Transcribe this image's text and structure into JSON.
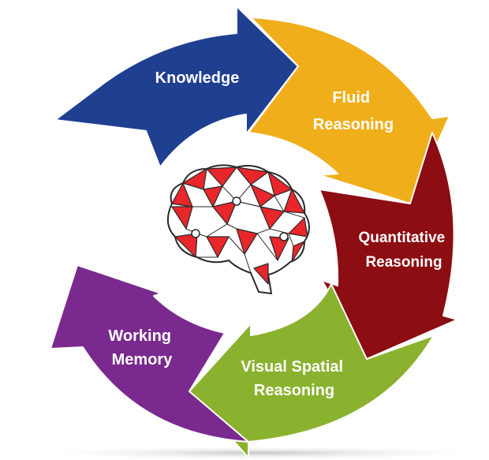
{
  "segments": [
    {
      "id": "knowledge",
      "lines": [
        "Knowledge"
      ],
      "color": "#1f3f91"
    },
    {
      "id": "fluid",
      "lines": [
        "Fluid",
        "Reasoning"
      ],
      "color": "#f0ae1a"
    },
    {
      "id": "quantitative",
      "lines": [
        "Quantitative",
        "Reasoning"
      ],
      "color": "#8c0d12"
    },
    {
      "id": "visual-spatial",
      "lines": [
        "Visual Spatial",
        "Reasoning"
      ],
      "color": "#8ab22e"
    },
    {
      "id": "working-memory",
      "lines": [
        "Working",
        "Memory"
      ],
      "color": "#7a2a8e"
    }
  ],
  "brain": {
    "fill": "#e8262b",
    "line": "#2a2a2a"
  }
}
